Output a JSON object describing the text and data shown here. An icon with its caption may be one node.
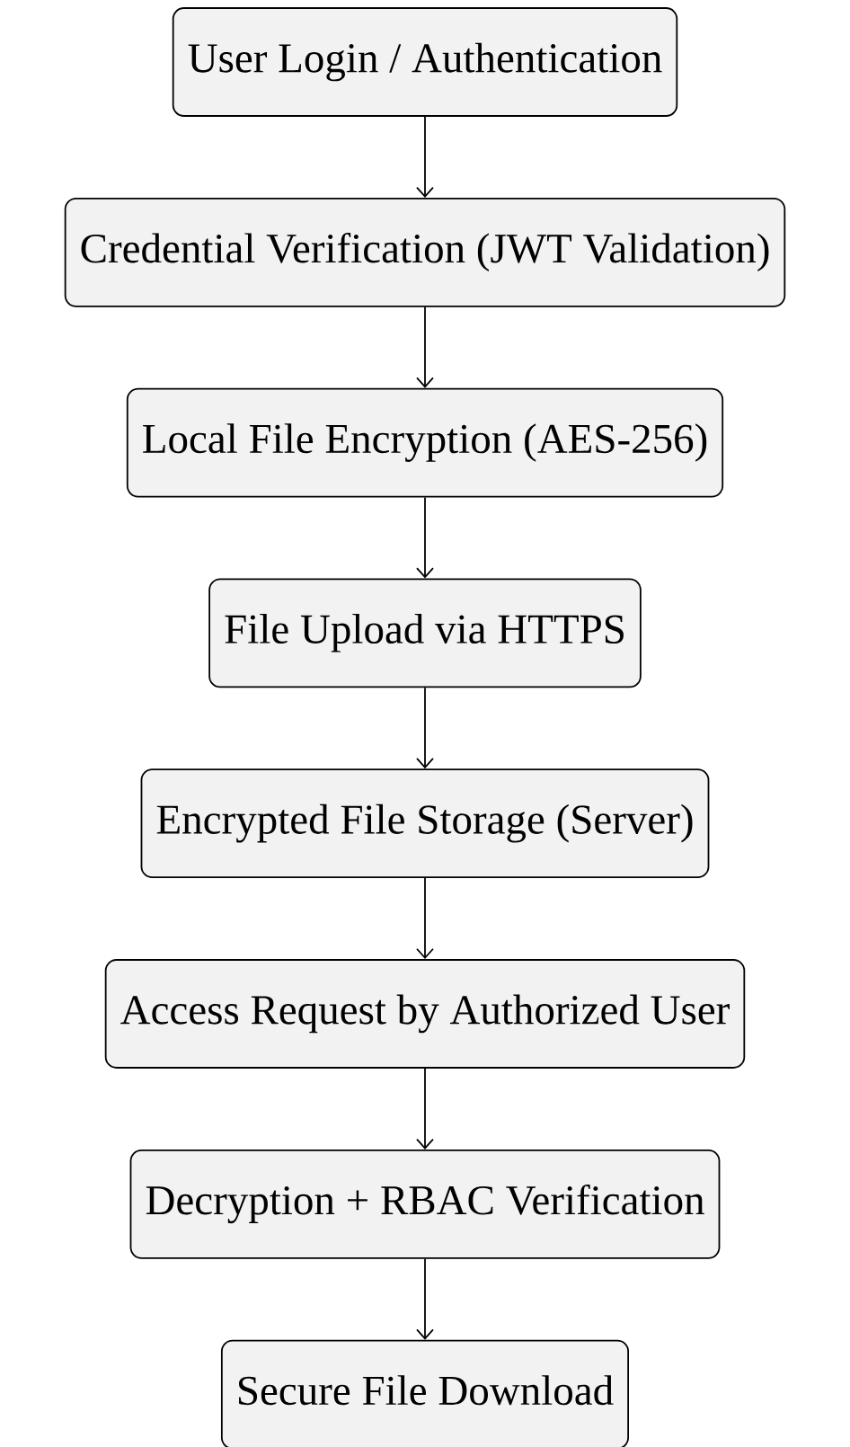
{
  "diagram": {
    "nodes": [
      {
        "text": [
          "User Login / Authentication"
        ]
      },
      {
        "text": [
          "Credential Verification (JWT Validation)"
        ]
      },
      {
        "text": [
          "Local File Encryption (AES-256)"
        ]
      },
      {
        "text": [
          "File Upload via HTTPS"
        ]
      },
      {
        "text": [
          "Encrypted File Storage (Server)"
        ]
      },
      {
        "text": [
          "Access Request by Authorized User"
        ]
      },
      {
        "text": [
          "Decryption + RBAC Verification"
        ]
      },
      {
        "text": [
          "Secure File Download"
        ]
      }
    ],
    "edges": [
      {
        "from": 0,
        "to": 1,
        "arrow": "to"
      },
      {
        "from": 1,
        "to": 2,
        "arrow": "to"
      },
      {
        "from": 2,
        "to": 3,
        "arrow": "to"
      },
      {
        "from": 3,
        "to": 4,
        "arrow": "to"
      },
      {
        "from": 4,
        "to": 5,
        "arrow": "to"
      },
      {
        "from": 5,
        "to": 6,
        "arrow": "to"
      },
      {
        "from": 6,
        "to": 7,
        "arrow": "to"
      }
    ]
  }
}
